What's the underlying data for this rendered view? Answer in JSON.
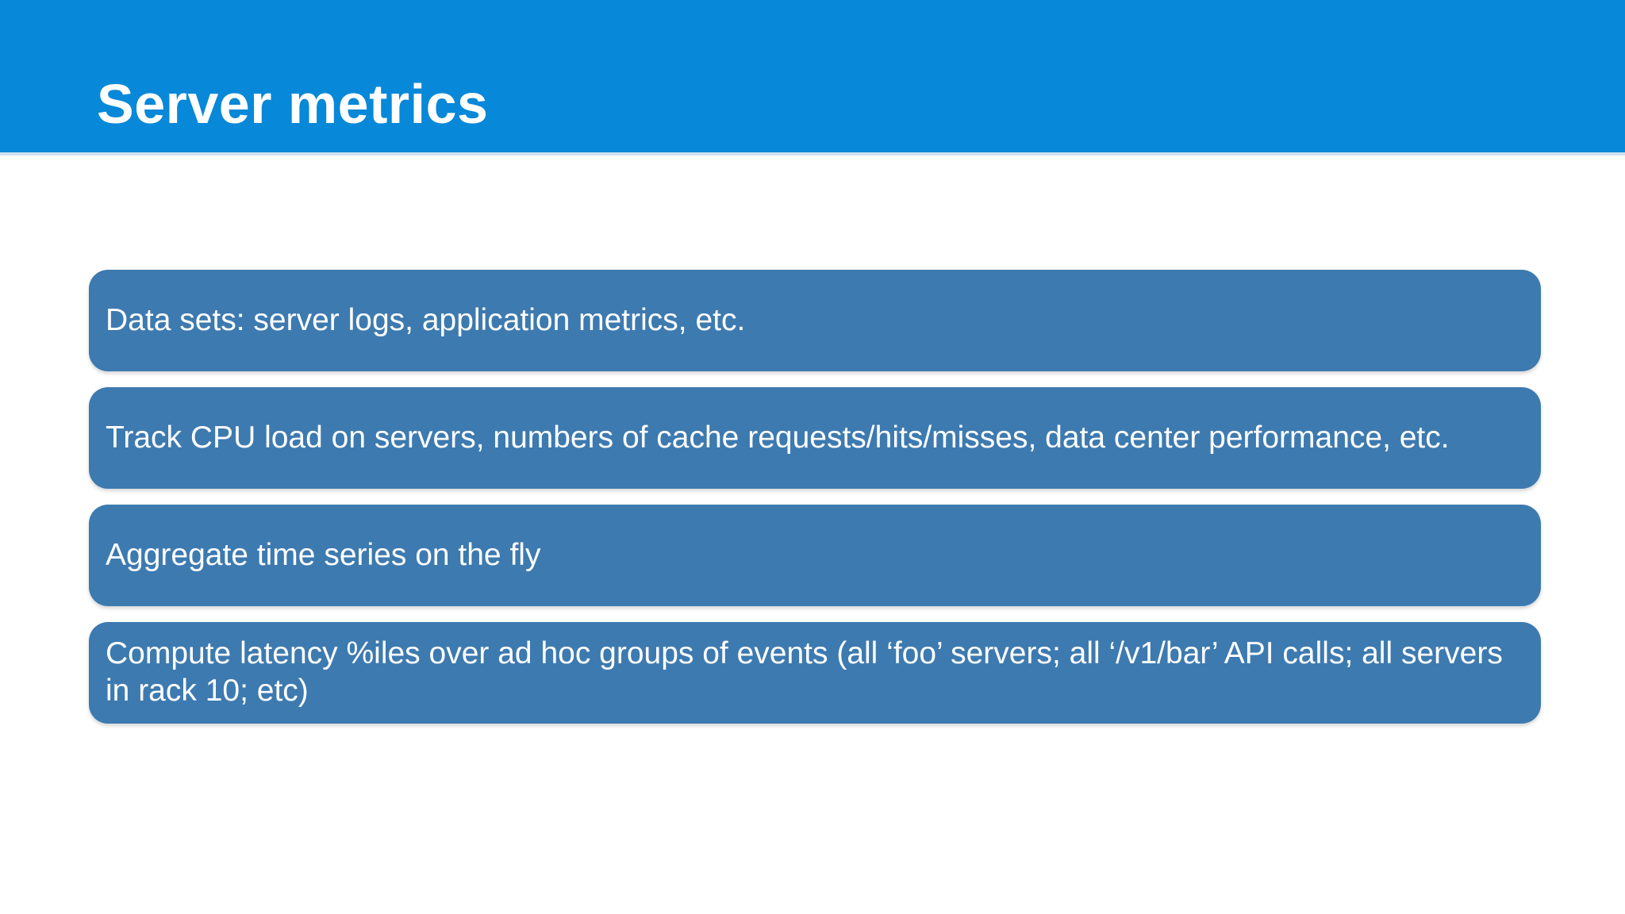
{
  "header": {
    "title": "Server metrics"
  },
  "bullets": {
    "items": [
      {
        "text": "Data sets: server logs, application metrics, etc."
      },
      {
        "text": "Track CPU load on servers, numbers of cache requests/hits/misses, data center performance, etc."
      },
      {
        "text": "Aggregate time series on the fly"
      },
      {
        "text": "Compute latency %iles over ad hoc groups of events (all ‘foo’ servers; all ‘/v1/bar’ API calls; all servers in rack 10; etc)"
      }
    ]
  },
  "colors": {
    "header_background": "#0888d8",
    "header_underline": "#cfe2f3",
    "box_background": "#3d7ab0",
    "text": "#ffffff",
    "slide_background": "#ffffff"
  }
}
